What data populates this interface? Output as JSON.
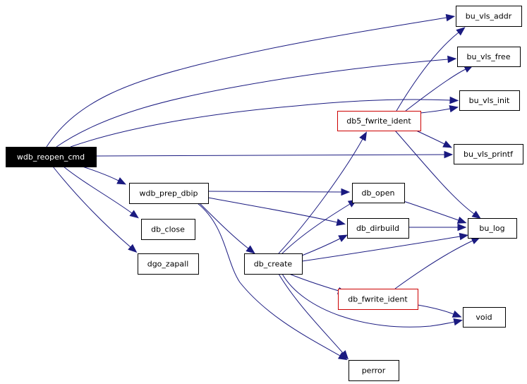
{
  "nodes": [
    {
      "id": "wdb_reopen_cmd",
      "label": "wdb_reopen_cmd",
      "style": "root"
    },
    {
      "id": "bu_vls_addr",
      "label": "bu_vls_addr",
      "style": "normal"
    },
    {
      "id": "bu_vls_free",
      "label": "bu_vls_free",
      "style": "normal"
    },
    {
      "id": "bu_vls_init",
      "label": "bu_vls_init",
      "style": "normal"
    },
    {
      "id": "db5_fwrite_ident",
      "label": "db5_fwrite_ident",
      "style": "red"
    },
    {
      "id": "bu_vls_printf",
      "label": "bu_vls_printf",
      "style": "normal"
    },
    {
      "id": "wdb_prep_dbip",
      "label": "wdb_prep_dbip",
      "style": "normal"
    },
    {
      "id": "db_open",
      "label": "db_open",
      "style": "normal"
    },
    {
      "id": "db_dirbuild",
      "label": "db_dirbuild",
      "style": "normal"
    },
    {
      "id": "bu_log",
      "label": "bu_log",
      "style": "normal"
    },
    {
      "id": "db_close",
      "label": "db_close",
      "style": "normal"
    },
    {
      "id": "db_create",
      "label": "db_create",
      "style": "normal"
    },
    {
      "id": "dgo_zapall",
      "label": "dgo_zapall",
      "style": "normal"
    },
    {
      "id": "db_fwrite_ident",
      "label": "db_fwrite_ident",
      "style": "red"
    },
    {
      "id": "void",
      "label": "void",
      "style": "normal"
    },
    {
      "id": "perror",
      "label": "perror",
      "style": "normal"
    }
  ],
  "edges": [
    {
      "from": "wdb_reopen_cmd",
      "to": "bu_vls_addr"
    },
    {
      "from": "wdb_reopen_cmd",
      "to": "bu_vls_free"
    },
    {
      "from": "wdb_reopen_cmd",
      "to": "bu_vls_init"
    },
    {
      "from": "wdb_reopen_cmd",
      "to": "bu_vls_printf"
    },
    {
      "from": "wdb_reopen_cmd",
      "to": "wdb_prep_dbip"
    },
    {
      "from": "wdb_reopen_cmd",
      "to": "db_close"
    },
    {
      "from": "wdb_reopen_cmd",
      "to": "dgo_zapall"
    },
    {
      "from": "wdb_prep_dbip",
      "to": "db_open"
    },
    {
      "from": "wdb_prep_dbip",
      "to": "db_dirbuild"
    },
    {
      "from": "wdb_prep_dbip",
      "to": "db_create"
    },
    {
      "from": "wdb_prep_dbip",
      "to": "perror"
    },
    {
      "from": "db_create",
      "to": "db5_fwrite_ident"
    },
    {
      "from": "db_create",
      "to": "db_open"
    },
    {
      "from": "db_create",
      "to": "db_dirbuild"
    },
    {
      "from": "db_create",
      "to": "bu_log"
    },
    {
      "from": "db_create",
      "to": "db_fwrite_ident"
    },
    {
      "from": "db_create",
      "to": "void"
    },
    {
      "from": "db_create",
      "to": "perror"
    },
    {
      "from": "db5_fwrite_ident",
      "to": "bu_vls_addr"
    },
    {
      "from": "db5_fwrite_ident",
      "to": "bu_vls_free"
    },
    {
      "from": "db5_fwrite_ident",
      "to": "bu_vls_init"
    },
    {
      "from": "db5_fwrite_ident",
      "to": "bu_vls_printf"
    },
    {
      "from": "db5_fwrite_ident",
      "to": "bu_log"
    },
    {
      "from": "db_open",
      "to": "bu_log"
    },
    {
      "from": "db_dirbuild",
      "to": "bu_log"
    },
    {
      "from": "db_fwrite_ident",
      "to": "bu_log"
    },
    {
      "from": "db_fwrite_ident",
      "to": "void"
    }
  ]
}
